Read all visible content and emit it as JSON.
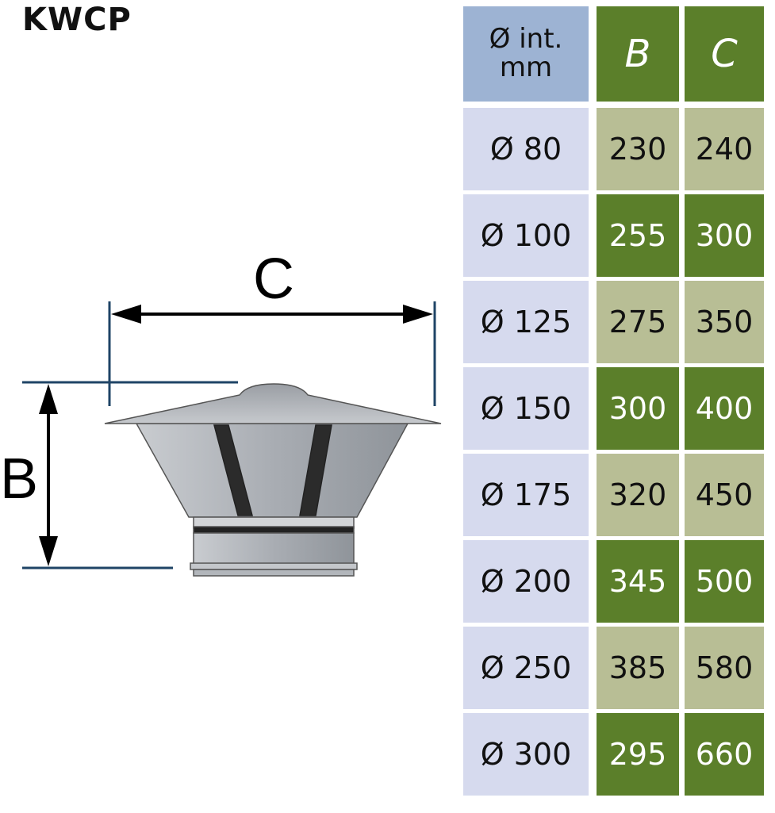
{
  "title": "KWCP",
  "drawing": {
    "dim_b_label": "B",
    "dim_c_label": "C"
  },
  "table": {
    "header_diameter_line1": "Ø int.",
    "header_diameter_line2": "mm",
    "header_b": "B",
    "header_c": "C",
    "rows": [
      {
        "diameter": "Ø 80",
        "b": "230",
        "c": "240"
      },
      {
        "diameter": "Ø 100",
        "b": "255",
        "c": "300"
      },
      {
        "diameter": "Ø 125",
        "b": "275",
        "c": "350"
      },
      {
        "diameter": "Ø 150",
        "b": "300",
        "c": "400"
      },
      {
        "diameter": "Ø 175",
        "b": "320",
        "c": "450"
      },
      {
        "diameter": "Ø 200",
        "b": "345",
        "c": "500"
      },
      {
        "diameter": "Ø 250",
        "b": "385",
        "c": "580"
      },
      {
        "diameter": "Ø 300",
        "b": "295",
        "c": "660"
      }
    ]
  },
  "colors": {
    "header_blue": "#9db3d3",
    "diam_cell": "#d6daee",
    "olive_dark": "#5b7f2a",
    "olive_light": "#b8be95",
    "dim_line": "#1f4466"
  }
}
